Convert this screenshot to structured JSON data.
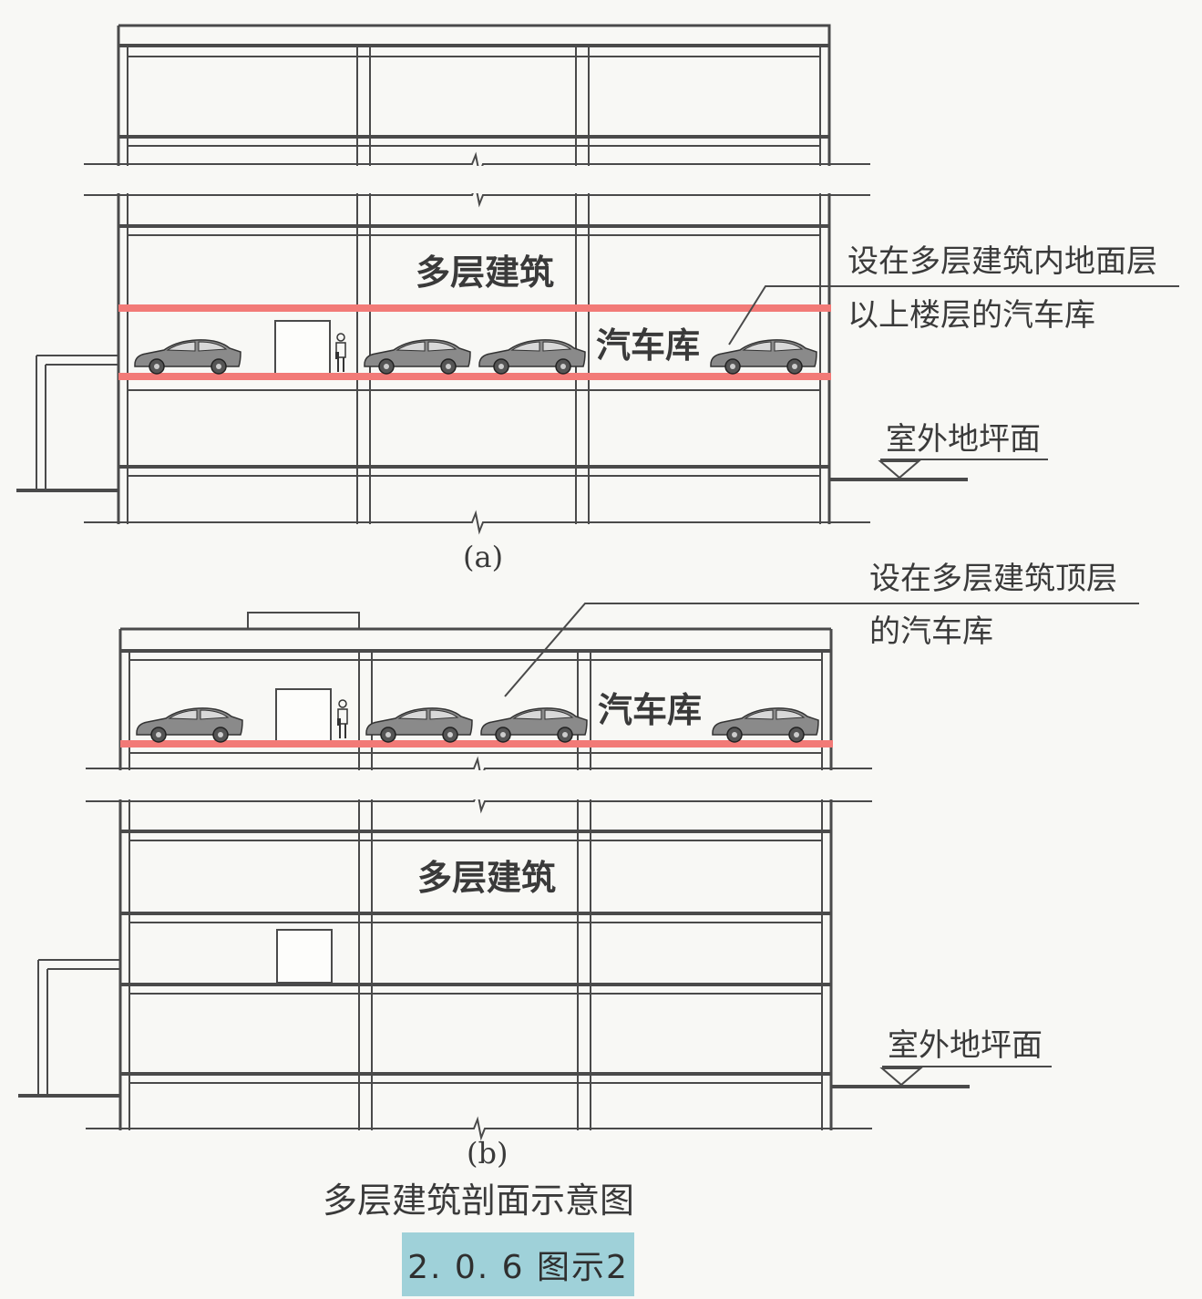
{
  "figure_a": {
    "building_label": "多层建筑",
    "garage_label": "汽车库",
    "note_line1": "设在多层建筑内地面层",
    "note_line2": "以上楼层的汽车库",
    "ground_label": "室外地坪面",
    "sub_caption": "(a)"
  },
  "figure_b": {
    "building_label": "多层建筑",
    "garage_label": "汽车库",
    "note_line1": "设在多层建筑顶层",
    "note_line2": "的汽车库",
    "ground_label": "室外地坪面",
    "sub_caption": "(b)"
  },
  "caption": "多层建筑剖面示意图",
  "figure_number": "2. 0. 6  图示2",
  "colors": {
    "garage_floor": "#f27a77",
    "figure_number_bg": "#9fd1d9",
    "line": "#4a4a4a"
  }
}
